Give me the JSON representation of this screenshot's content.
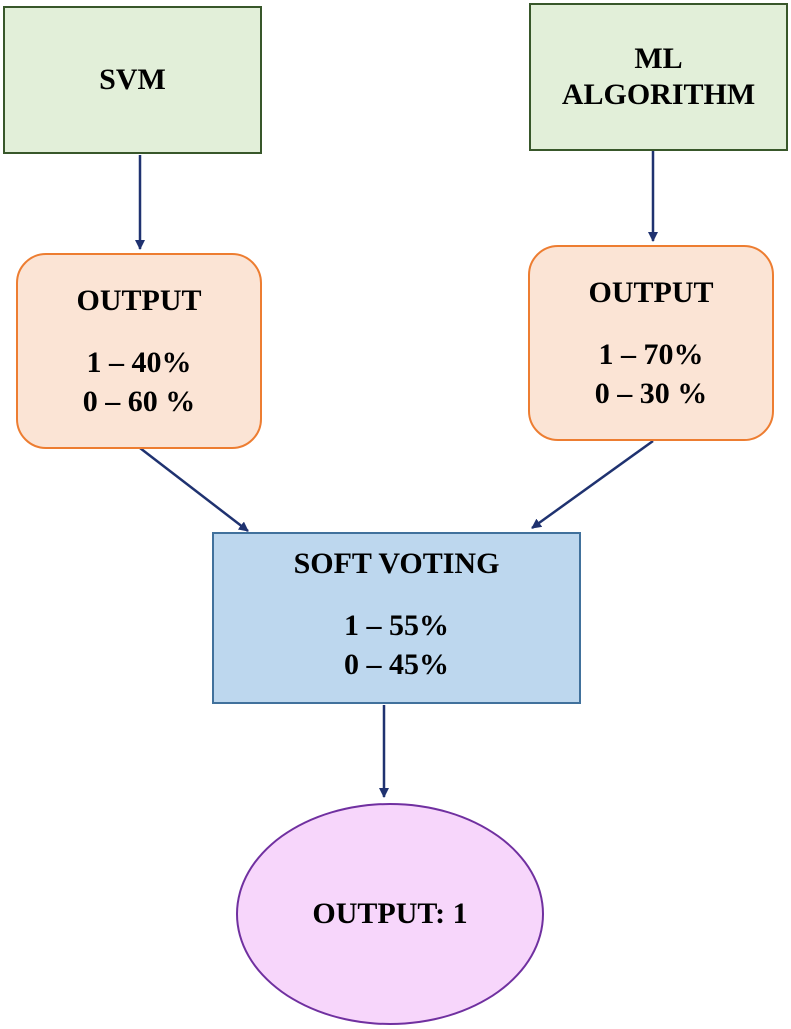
{
  "models": {
    "svm": {
      "label": "SVM"
    },
    "ml": {
      "label_line1": "ML",
      "label_line2": "ALGORITHM"
    }
  },
  "outputs": {
    "svm": {
      "title": "OUTPUT",
      "class1": "1 – 40%",
      "class0": "0 – 60 %"
    },
    "ml": {
      "title": "OUTPUT",
      "class1": "1 – 70%",
      "class0": "0 – 30 %"
    }
  },
  "soft_voting": {
    "title": "SOFT VOTING",
    "class1": "1 – 55%",
    "class0": "0 – 45%"
  },
  "final": {
    "label": "OUTPUT: 1"
  },
  "colors": {
    "model_fill": "#e2efd9",
    "model_border": "#38572a",
    "output_fill": "#fbe4d5",
    "output_border": "#ed7d31",
    "vote_fill": "#bdd7ee",
    "vote_border": "#41719c",
    "final_fill": "#f7d6fb",
    "final_border": "#7030a0",
    "arrow": "#1f3270"
  }
}
